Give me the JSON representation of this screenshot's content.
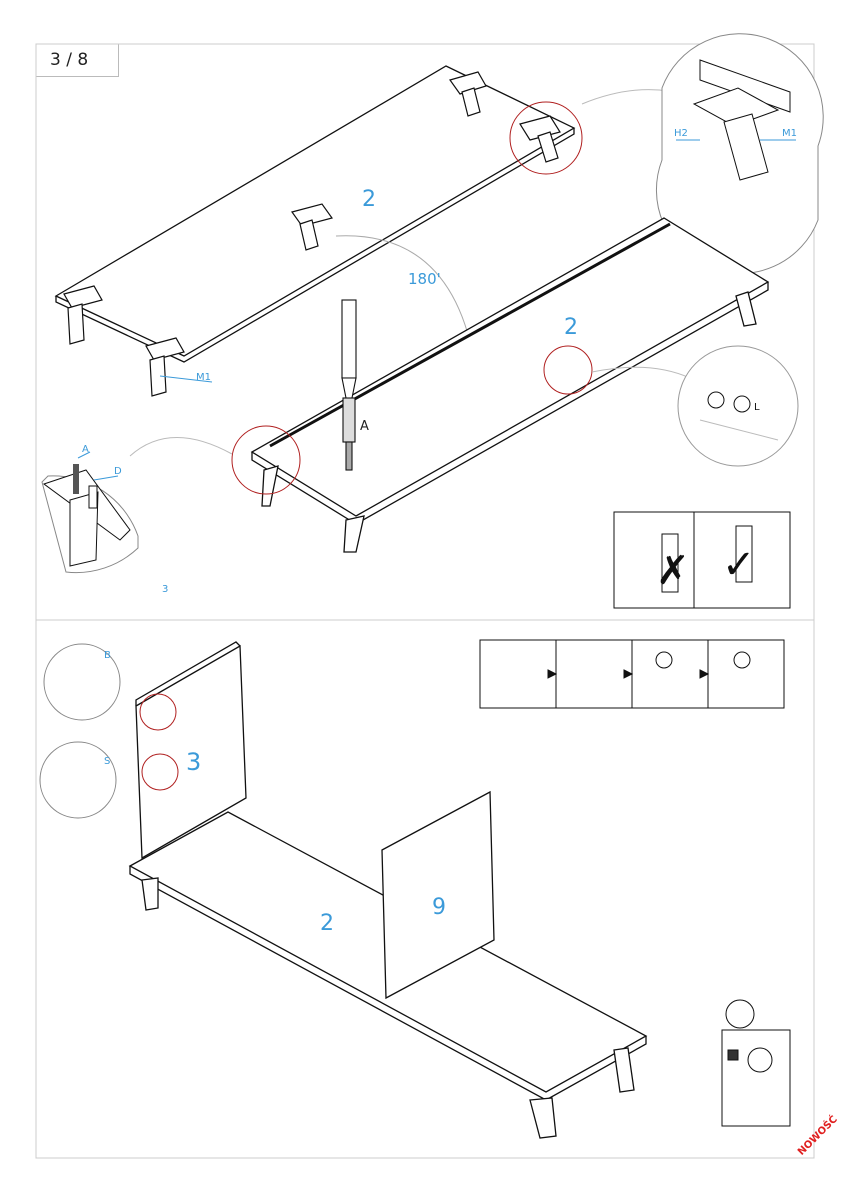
{
  "page_indicator": "3 / 8",
  "stamp": "NOWOŚĆ",
  "step1": {
    "part_top": "2",
    "rotation": "180'",
    "part_flipped": "2",
    "tool_label": "A",
    "callout_corner": {
      "h2": "H2",
      "m1": "M1"
    },
    "leg_label": "M1",
    "dowel_detail": {
      "a": "A",
      "d": "D"
    },
    "cam_detail": {
      "l": "L"
    },
    "small_number": "3"
  },
  "step2": {
    "panel_left": "3",
    "panel_right": "9",
    "base": "2",
    "detail_b": "B",
    "detail_s": "S"
  },
  "icons": {
    "wrong": "cross-mark-icon",
    "right": "check-mark-icon"
  }
}
